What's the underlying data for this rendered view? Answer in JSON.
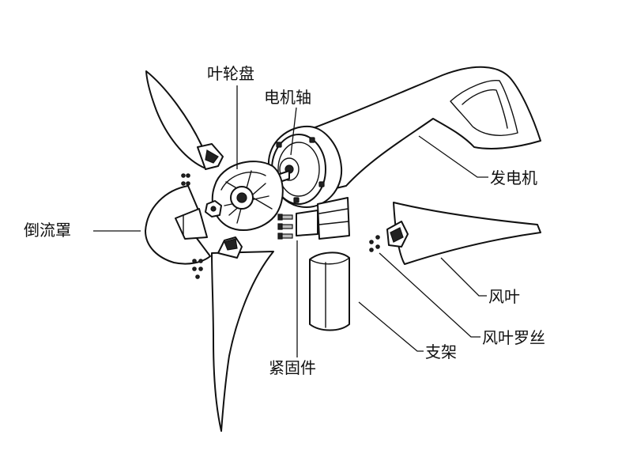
{
  "labels": {
    "hub_disk": "叶轮盘",
    "motor_shaft": "电机轴",
    "generator": "发电机",
    "nose_cone": "倒流罩",
    "blade": "风叶",
    "blade_screw": "风叶罗丝",
    "fastener": "紧固件",
    "support": "支架"
  }
}
